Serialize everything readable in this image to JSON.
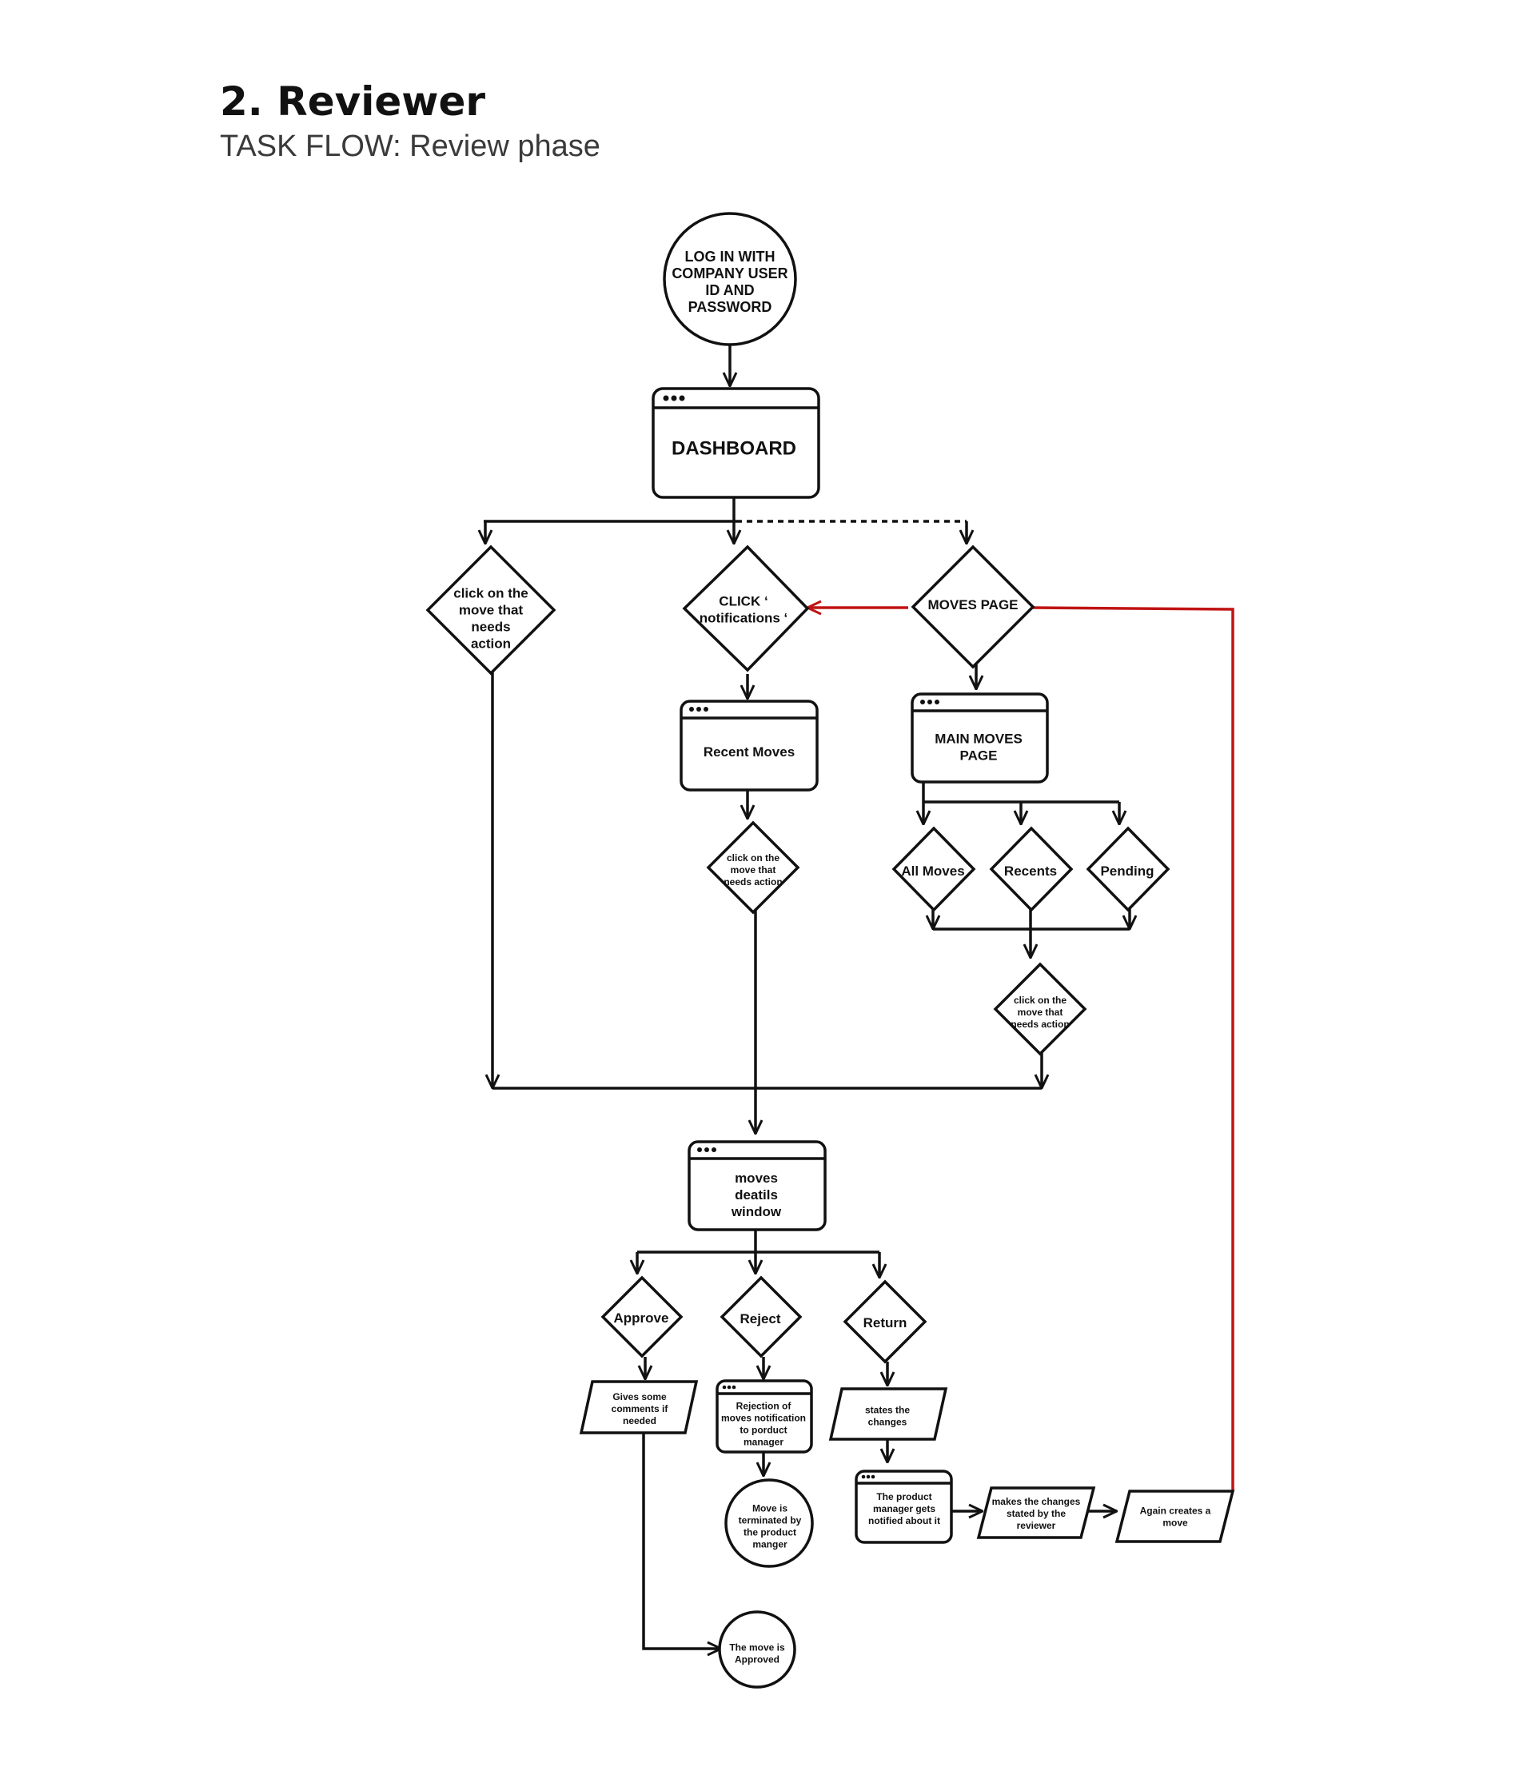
{
  "header": {
    "title": "2. Reviewer",
    "subtitle": "TASK FLOW: Review phase"
  },
  "colors": {
    "ink": "#111111",
    "loop_back": "#c01313"
  },
  "nodes": {
    "login": "LOG IN WITH COMPANY USER ID AND PASSWORD",
    "dashboard": "DASHBOARD",
    "click_move": "click on the move that needs action",
    "click_notifications": "CLICK ‘ notifications ‘",
    "moves_page": "MOVES PAGE",
    "recent_moves": "Recent Moves",
    "main_moves_page": "MAIN MOVES PAGE",
    "click_move_2": "click on the move that needs action",
    "all_moves": "All Moves",
    "recents": "Recents",
    "pending": "Pending",
    "click_move_3": "click on the move that needs action",
    "moves_details": "moves deatils window",
    "approve": "Approve",
    "reject": "Reject",
    "return": "Return",
    "gives_comments": "Gives some comments if needed",
    "rejection_notification": "Rejection of moves notification to porduct manager",
    "states_changes": "states the changes",
    "move_terminated": "Move is terminated by the product manger",
    "pm_notified": "The product manager gets notified about it",
    "makes_changes": "makes the changes stated by the reviewer",
    "creates_move": "Again creates a move",
    "move_approved": "The move is Approved"
  }
}
